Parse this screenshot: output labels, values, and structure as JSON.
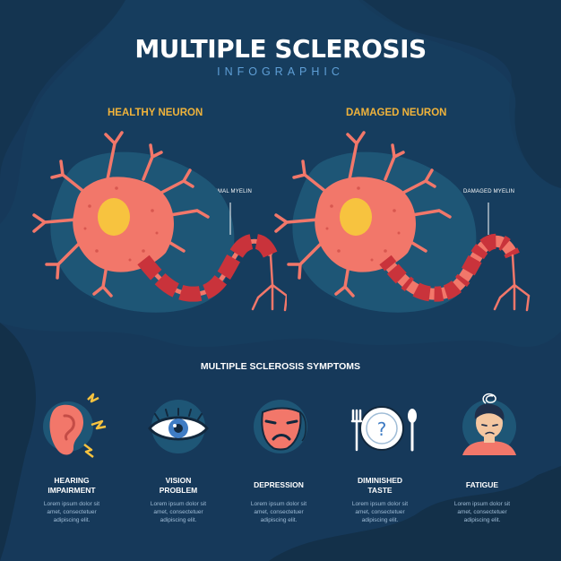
{
  "header": {
    "title": "MULTIPLE SCLEROSIS",
    "subtitle": "INFOGRAPHIC"
  },
  "neurons": {
    "healthy": {
      "heading": "HEALTHY NEURON",
      "myelin_label": "NORMAL MYELIN"
    },
    "damaged": {
      "heading": "DAMAGED NEURON",
      "myelin_label": "DAMAGED MYELIN"
    }
  },
  "symptoms_section": {
    "heading": "MULTIPLE SCLEROSIS SYMPTOMS",
    "items": [
      {
        "name_line1": "HEARING",
        "name_line2": "IMPAIRMENT",
        "desc_line1": "Lorem ipsum dolor sit",
        "desc_line2": "amet, consectetuer",
        "desc_line3": "adipiscing elit.",
        "icon": "ear-icon"
      },
      {
        "name_line1": "VISION",
        "name_line2": "PROBLEM",
        "desc_line1": "Lorem ipsum dolor sit",
        "desc_line2": "amet, consectetuer",
        "desc_line3": "adipiscing elit.",
        "icon": "eye-icon"
      },
      {
        "name_line1": "DEPRESSION",
        "desc_line1": "Lorem ipsum dolor sit",
        "desc_line2": "amet, consectetuer",
        "desc_line3": "adipiscing elit.",
        "icon": "sad-mask-icon"
      },
      {
        "name_line1": "DIMINISHED",
        "name_line2": "TASTE",
        "desc_line1": "Lorem ipsum dolor sit",
        "desc_line2": "amet, consectetuer",
        "desc_line3": "adipiscing elit.",
        "icon": "plate-question-icon"
      },
      {
        "name_line1": "FATIGUE",
        "desc_line1": "Lorem ipsum dolor sit",
        "desc_line2": "amet, consectetuer",
        "desc_line3": "adipiscing elit.",
        "icon": "tired-person-icon"
      }
    ]
  },
  "colors": {
    "background": "#16395a",
    "blob": "#1e5676",
    "neuron_body": "#f2776a",
    "nucleus": "#f7c33f",
    "myelin_red": "#c9333b",
    "title_accent": "#f0b33b"
  }
}
